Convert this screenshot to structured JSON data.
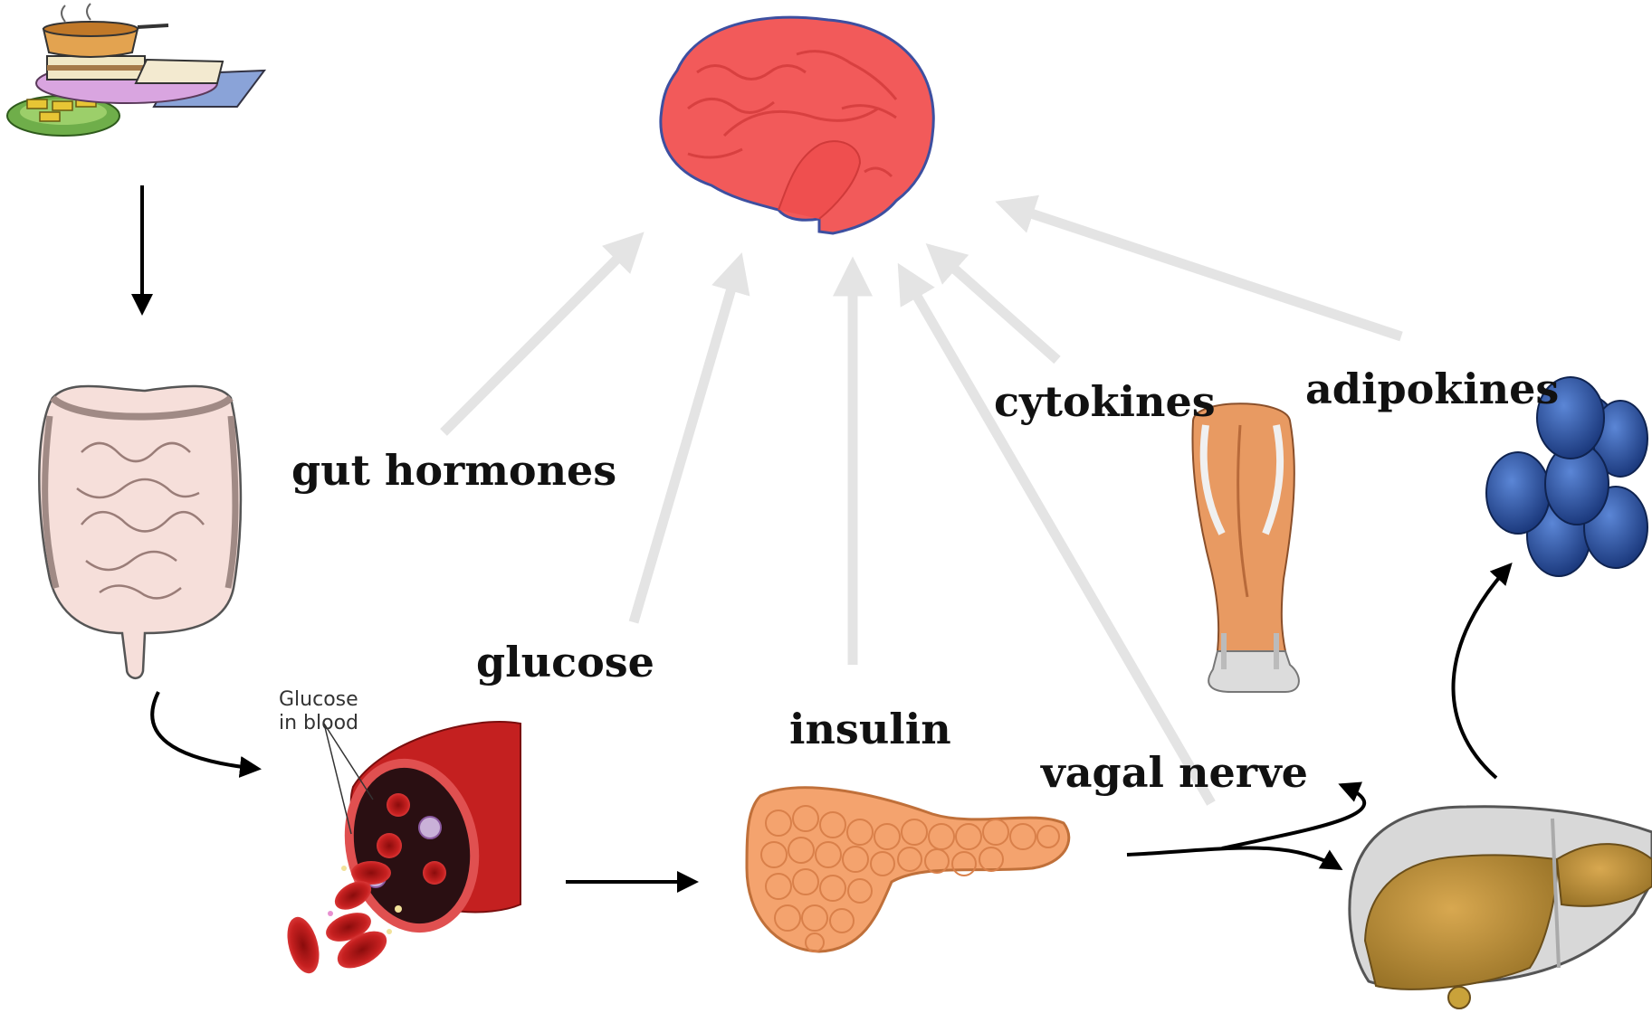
{
  "labels": {
    "gut_hormones": "gut hormones",
    "glucose": "glucose",
    "insulin": "insulin",
    "vagal_nerve": "vagal nerve",
    "cytokines": "cytokines",
    "adipokines": "adipokines"
  },
  "blood_caption": {
    "line1": "Glucose",
    "line2": "in blood"
  },
  "colors": {
    "signal_arrow": "#e4e4e4",
    "flow_arrow": "#000000",
    "brain": "#f25a5a",
    "intestine": "#f6dfda",
    "blood": "#c42020",
    "pancreas": "#f4a36e",
    "muscle": "#e89a62",
    "adipose": "#2a4f9a",
    "liver": "#b08a3a"
  },
  "icons": [
    "meal-icon",
    "brain-icon",
    "intestine-icon",
    "blood-vessel-icon",
    "pancreas-icon",
    "muscle-icon",
    "adipocytes-icon",
    "liver-icon"
  ]
}
